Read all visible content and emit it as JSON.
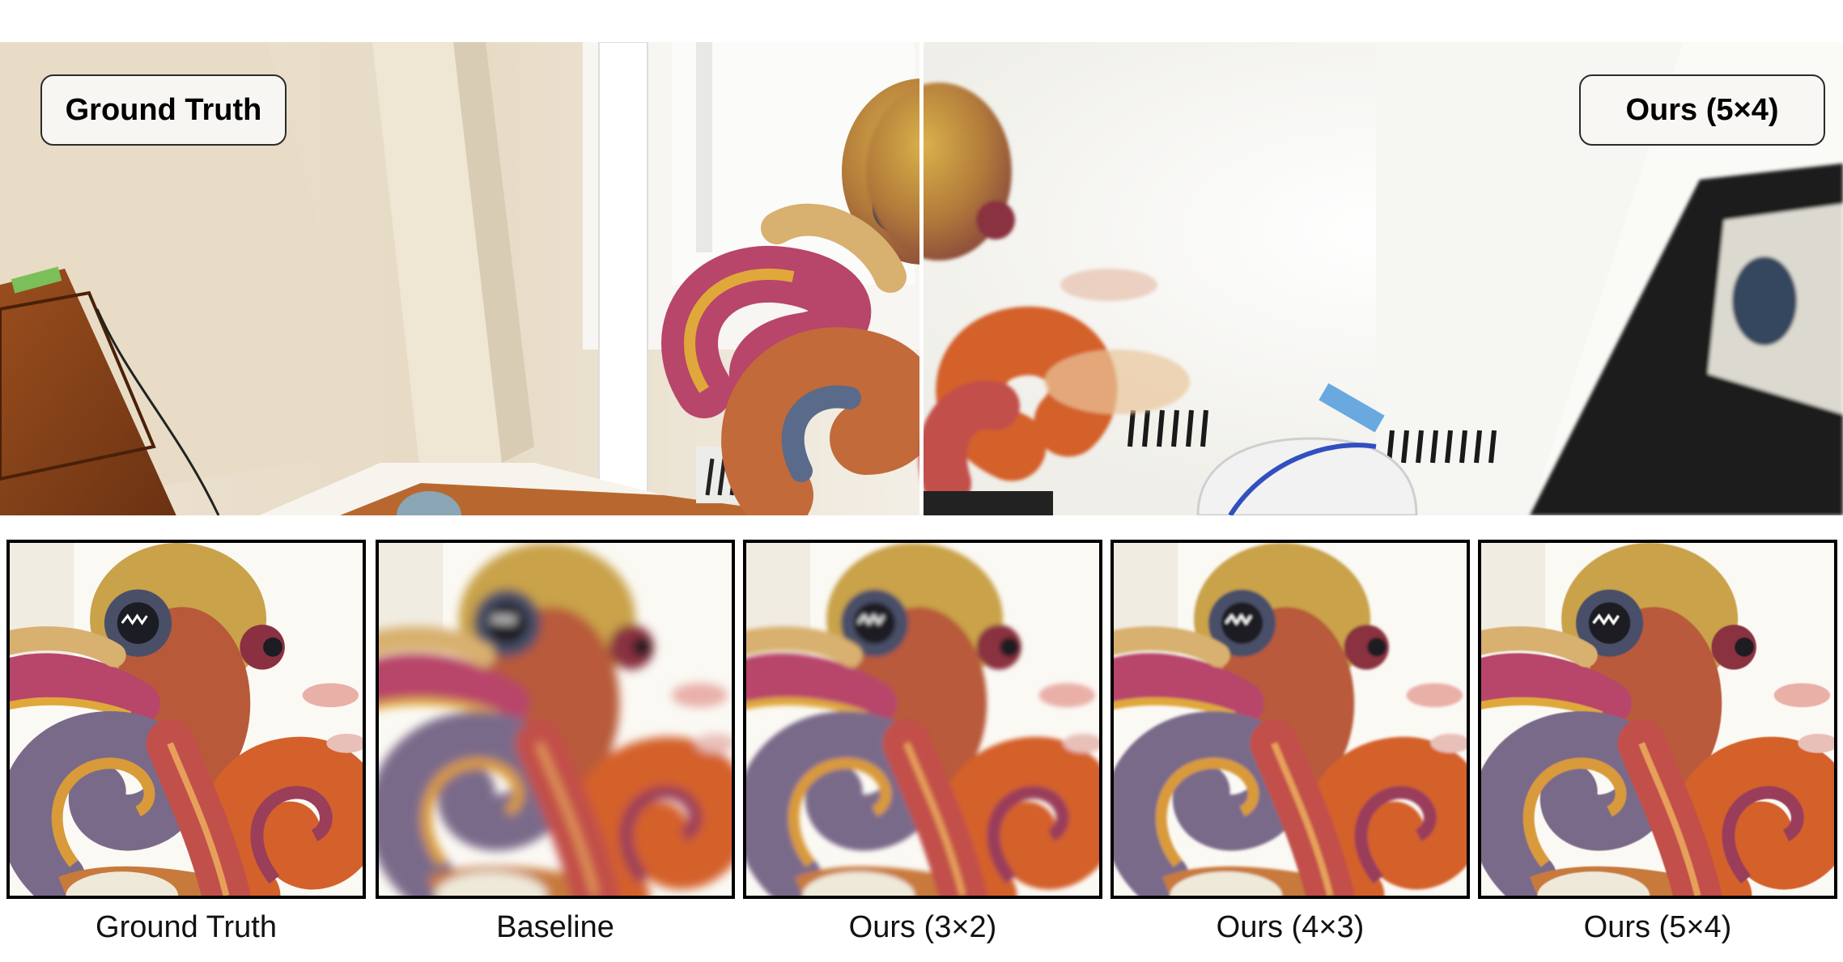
{
  "hero": {
    "left_label": "Ground Truth",
    "right_label": "Ours (5×4)"
  },
  "crops": [
    {
      "id": "ground-truth",
      "caption": "Ground Truth",
      "blur": 0
    },
    {
      "id": "baseline",
      "caption": "Baseline",
      "blur": 6
    },
    {
      "id": "ours-3x2",
      "caption": "Ours (3×2)",
      "blur": 3
    },
    {
      "id": "ours-4x3",
      "caption": "Ours (4×3)",
      "blur": 1.5
    },
    {
      "id": "ours-5x4",
      "caption": "Ours (5×4)",
      "blur": 0.5
    }
  ],
  "colors": {
    "wall": "#e9dfcc",
    "floor": "#b8682e",
    "octopus_head": "#c89a3c",
    "tentacle_pink": "#b8456a",
    "tentacle_orange": "#d4602c",
    "tentacle_blue": "#5a6a8a"
  }
}
